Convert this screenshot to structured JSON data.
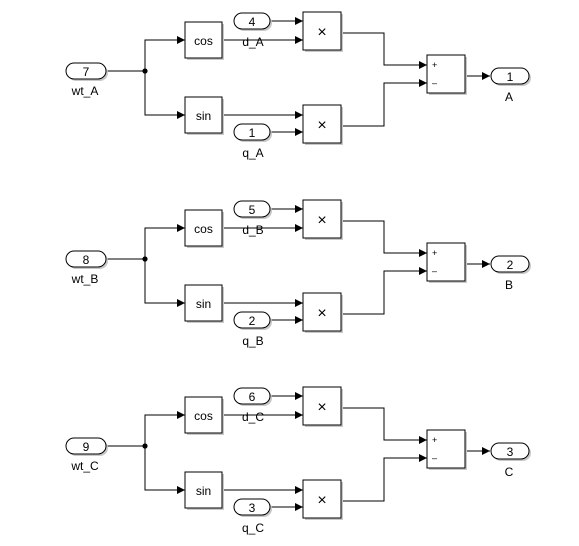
{
  "blocks": [
    {
      "in_num": "7",
      "in_label": "wt_A",
      "trig1": "cos",
      "trig2": "sin",
      "c1_num": "4",
      "c1_label": "d_A",
      "c2_num": "1",
      "c2_label": "q_A",
      "mult": "×",
      "plus": "+",
      "minus": "–",
      "out_num": "1",
      "out_label": "A"
    },
    {
      "in_num": "8",
      "in_label": "wt_B",
      "trig1": "cos",
      "trig2": "sin",
      "c1_num": "5",
      "c1_label": "d_B",
      "c2_num": "2",
      "c2_label": "q_B",
      "mult": "×",
      "plus": "+",
      "minus": "–",
      "out_num": "2",
      "out_label": "B"
    },
    {
      "in_num": "9",
      "in_label": "wt_C",
      "trig1": "cos",
      "trig2": "sin",
      "c1_num": "6",
      "c1_label": "d_C",
      "c2_num": "3",
      "c2_label": "q_C",
      "mult": "×",
      "plus": "+",
      "minus": "–",
      "out_num": "3",
      "out_label": "C"
    }
  ]
}
